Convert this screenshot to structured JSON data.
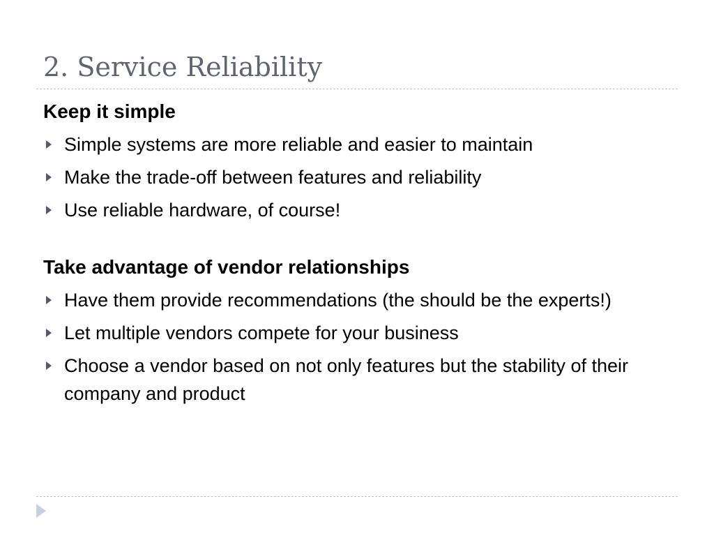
{
  "slide": {
    "title": "2. Service Reliability",
    "sections": [
      {
        "heading": "Keep it simple",
        "bullets": [
          "Simple systems are more reliable and easier to maintain",
          "Make the trade-off between features and reliability",
          "Use reliable hardware, of course!"
        ]
      },
      {
        "heading": "Take advantage of vendor relationships",
        "bullets": [
          "Have them provide recommendations (the should be the experts!)",
          "Let multiple vendors compete for your business",
          "Choose a vendor based on not only features but the stability of their company and product"
        ]
      }
    ]
  },
  "colors": {
    "title": "#5f6470",
    "text": "#000000",
    "bullet": "#555a66",
    "rule": "#b7c2cc",
    "nav_arrow": "#c5d0dc"
  },
  "icons": {
    "bullet": "triangle-right-icon",
    "nav": "next-slide-arrow-icon"
  }
}
